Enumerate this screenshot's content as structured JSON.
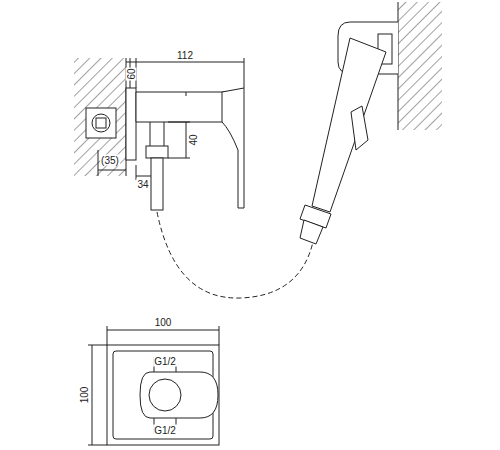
{
  "diagram": {
    "labels": [
      "112",
      "60",
      "(35)",
      "34",
      "40",
      "100",
      "100",
      "G1/2",
      "G1/2"
    ]
  }
}
